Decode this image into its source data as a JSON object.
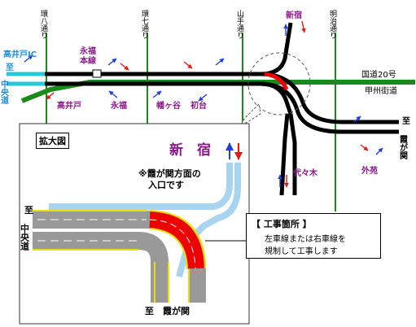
{
  "roads": {
    "kan8": "環八通り",
    "kan7": "環七通り",
    "yamate": "山手通り",
    "meiji": "明治通り"
  },
  "labels": {
    "takaido_ic": "高井戸IC",
    "to": "至",
    "chuo": "中央道",
    "takaido": "高井戸",
    "eifuku": "永福",
    "eifuku_honsen": "永福",
    "eifuku_honsen2": "本線",
    "hatagaya": "幡ヶ谷",
    "hatsudai": "初台",
    "shinjuku_top": "新宿",
    "kokudo": "国道20号",
    "koshu": "甲州街道",
    "kasumigaseki": "霞が関",
    "yoyogi": "代々木",
    "gaien": "外苑"
  },
  "enlarge": {
    "title": "拡大図",
    "shinjuku": "新　宿",
    "note1": "※霞が関方面の",
    "note2": "入口です",
    "to": "至",
    "chuo": "中央道",
    "bottom": "至　霞が関"
  },
  "notice": {
    "title": "【 工事箇所 】",
    "line1": "左車線または右車線を",
    "line2": "規制して工事します"
  },
  "colors": {
    "expressway": "#000000",
    "general_road": "#1a8a1a",
    "construction": "#ee0000",
    "up_arrow": "#1f3fd8",
    "down_arrow": "#e01818",
    "enlarge_lane_bg": "#999999",
    "enlarge_light_blue": "#a8d4f0",
    "chuo_cyan": "#28c8d8"
  }
}
